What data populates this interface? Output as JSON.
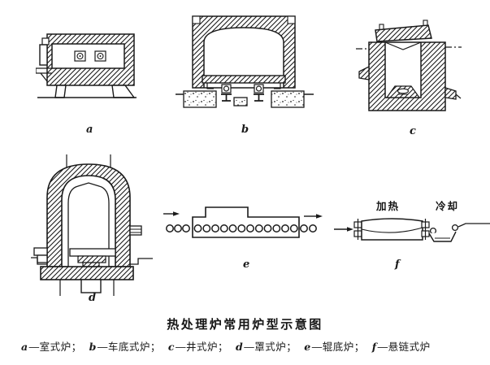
{
  "figure": {
    "title": "热处理炉常用炉型示意图",
    "panel_labels": {
      "a": "a",
      "b": "b",
      "c": "c",
      "d": "d",
      "e": "e",
      "f": "f"
    },
    "annotations": {
      "heating": "加热",
      "cooling": "冷却"
    },
    "caption_parts": [
      {
        "letter": "a",
        "rest": "—室式炉；"
      },
      {
        "letter": "b",
        "rest": "—车底式炉；"
      },
      {
        "letter": "c",
        "rest": "—井式炉；"
      },
      {
        "letter": "d",
        "rest": "—罩式炉；"
      },
      {
        "letter": "e",
        "rest": "—辊底炉；"
      },
      {
        "letter": "f",
        "rest": "—悬链式炉"
      }
    ],
    "colors": {
      "ink": "#1a1a1a",
      "paper": "#ffffff"
    }
  }
}
